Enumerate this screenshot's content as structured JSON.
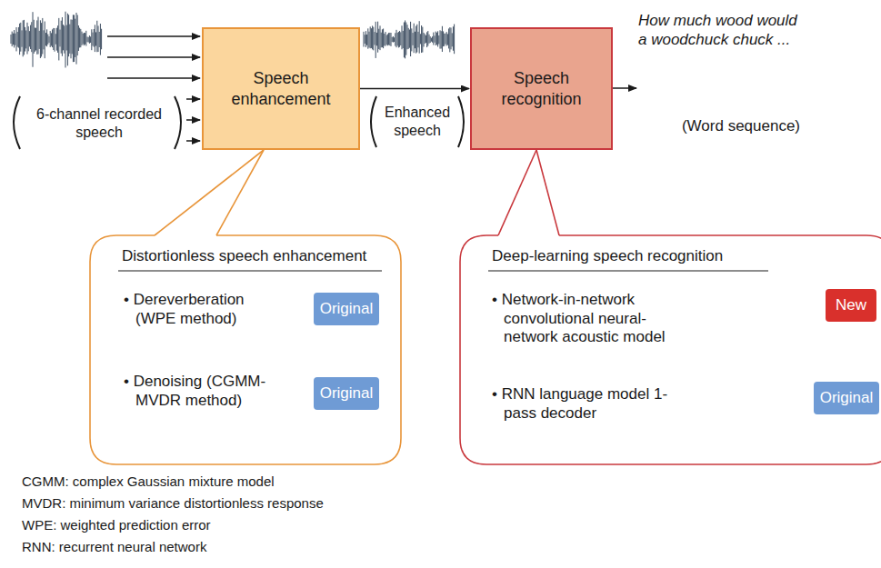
{
  "diagram": {
    "nodes": [
      {
        "text": [
          "Speech enhancement"
        ]
      },
      {
        "text": [
          "Speech recognition"
        ]
      },
      {
        "text": [
          "Distortionless speech enhancement",
          "• Dereverberation (WPE method)",
          "• Denoising (CGMM-MVDR method)"
        ]
      },
      {
        "text": [
          "Original"
        ],
        "in": 2
      },
      {
        "text": [
          "Original"
        ],
        "in": 2
      },
      {
        "text": [
          "Deep-learning speech recognition",
          "• Network-in-network convolutional neural-network acoustic model",
          "• RNN language model 1-pass decoder"
        ]
      },
      {
        "text": [
          "New"
        ],
        "in": 5
      },
      {
        "text": [
          "Original"
        ],
        "in": 5
      }
    ],
    "edges": [
      {
        "from": 0,
        "to": 1,
        "arrow": "to"
      },
      {
        "from": 2,
        "to": 0,
        "arrow": "none"
      },
      {
        "from": 5,
        "to": 1,
        "arrow": "none"
      }
    ],
    "labels": [
      "6-channel recorded speech",
      "Enhanced speech",
      "How much wood would a woodchuck chuck ...",
      "(Word sequence)",
      "CGMM: complex Gaussian mixture model",
      "MVDR: minimum variance distortionless response",
      "WPE: weighted prediction error",
      "RNN: recurrent neural network"
    ]
  }
}
